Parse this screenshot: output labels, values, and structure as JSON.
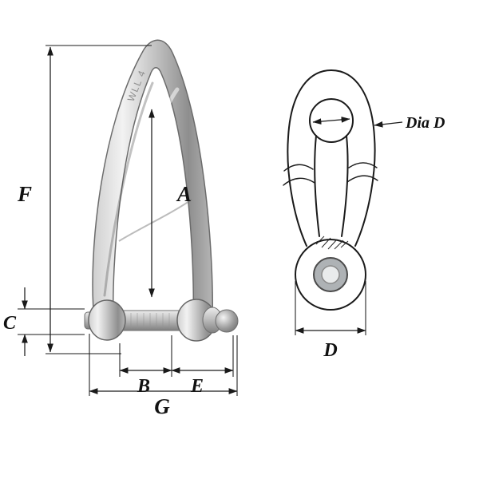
{
  "colors": {
    "line": "#1a1a1a",
    "metal_light": "#f2f2f2",
    "metal_dark": "#8e8e8e",
    "ring_gray": "#aeb2b5",
    "hole_gray": "#e9ebec",
    "background": "#ffffff"
  },
  "left_view": {
    "marking": "WLL 4",
    "dim_labels": {
      "f": "F",
      "a": "A",
      "c": "C",
      "b": "B",
      "e": "E",
      "g": "G"
    }
  },
  "right_view": {
    "dia_label": "Dia D",
    "dim_labels": {
      "d": "D"
    }
  }
}
